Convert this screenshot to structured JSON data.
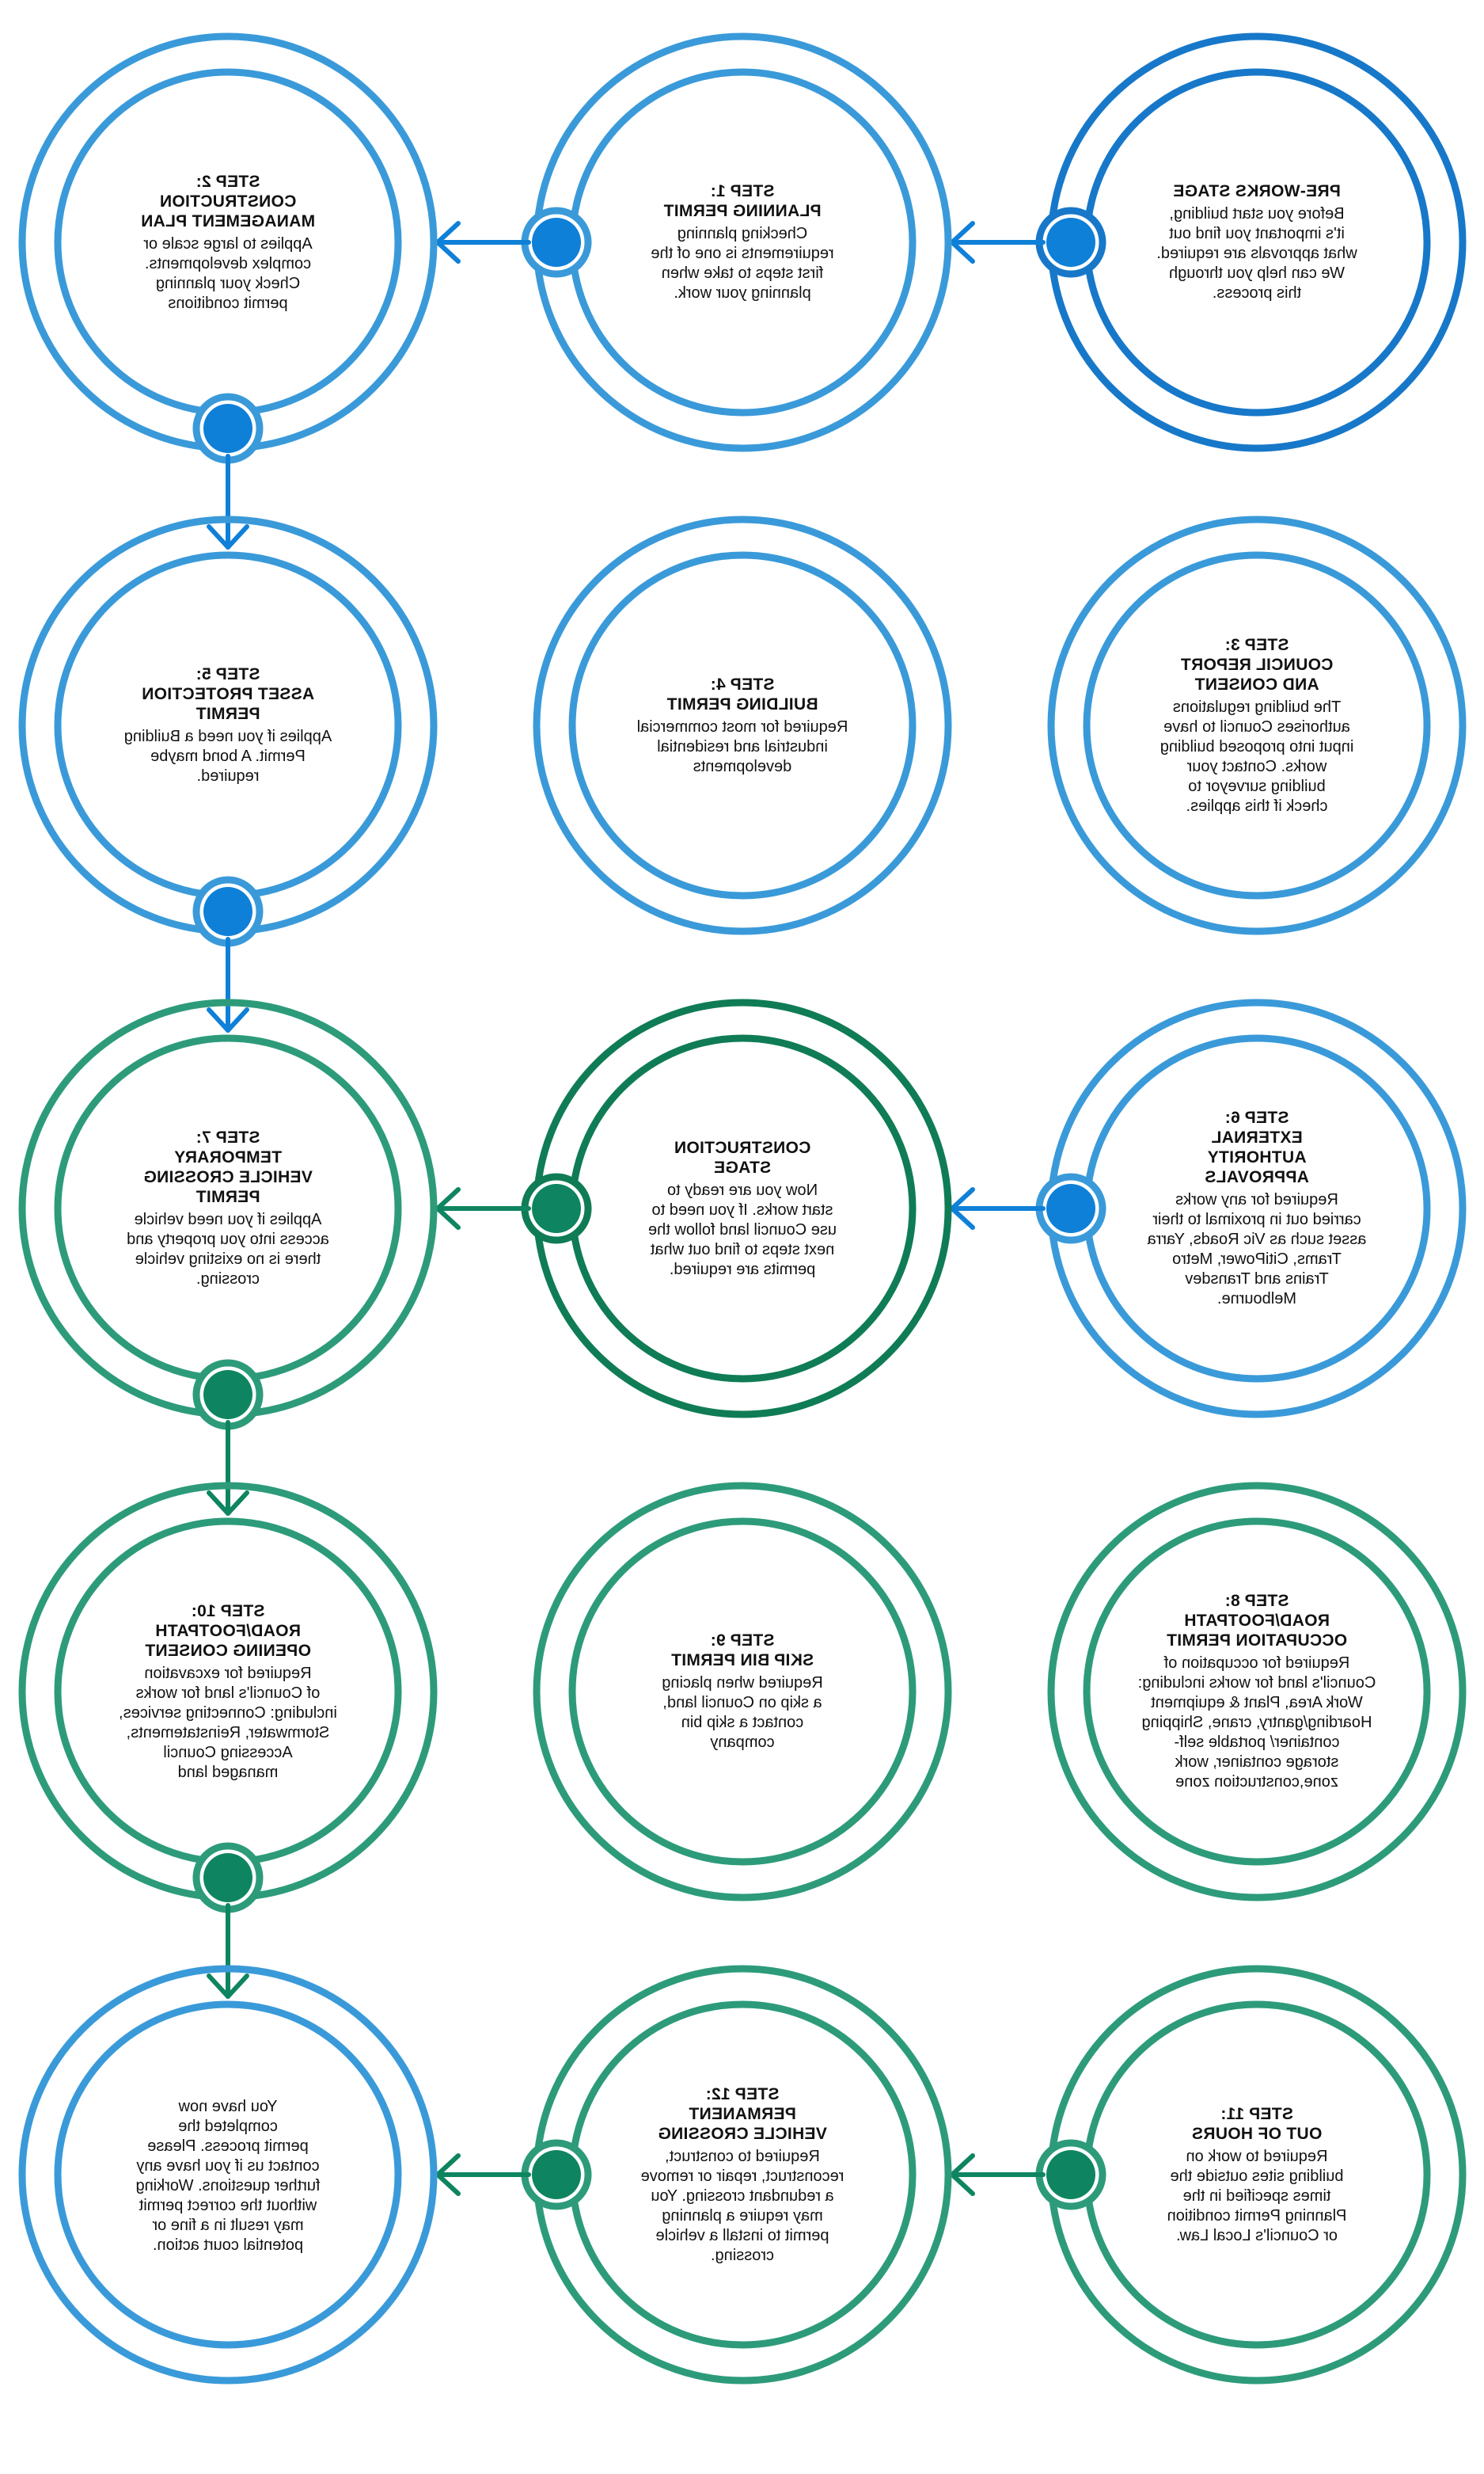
{
  "colors": {
    "ring_blue": "#3a9ad9",
    "ring_blue_dark": "#1778c9",
    "dot_blue": "#0f80d8",
    "ring_teal": "#2d9b7a",
    "ring_green_dark": "#0f7c55",
    "dot_green": "#0e8560"
  },
  "steps": [
    {
      "id": "pre-works",
      "title": [
        "PRE-WORKS STAGE"
      ],
      "description": "Before you start building,\nit's important you find out\nwhat approvals are required.\nWe can help you through\nthis process.",
      "color": "blue-dark",
      "connector": "right"
    },
    {
      "id": "step-1",
      "title": [
        "STEP 1:",
        "PLANNING PERMIT"
      ],
      "description": "Checking planning\nrequirements is one of the\nfirst steps to take when\nplanning your work.",
      "color": "blue",
      "connector": "right"
    },
    {
      "id": "step-2",
      "title": [
        "STEP 2:",
        "CONSTRUCTION",
        "MANAGEMENT PLAN"
      ],
      "description": "Applies to large scale or\ncomplex developments.\nCheck your planning\npermit conditions",
      "color": "blue",
      "connector": "down"
    },
    {
      "id": "step-3",
      "title": [
        "STEP 3:",
        "COUNCIL REPORT",
        "AND CONSENT"
      ],
      "description": "The building regulations\nauthorises Council to have\ninput into proposed building\nworks. Contact your\nbuilding surveyor to\ncheck if this applies.",
      "color": "blue",
      "connector": "left"
    },
    {
      "id": "step-4",
      "title": [
        "STEP 4:",
        "BUILDING PERMIT"
      ],
      "description": "Required for most commercial\nindustrial and residential\ndevelopments",
      "color": "blue",
      "connector": "left"
    },
    {
      "id": "step-5",
      "title": [
        "STEP 5:",
        "ASSET PROTECTION",
        "PERMIT"
      ],
      "description": "Applies if you need a Building\nPermit. A bond maybe\nrequired.",
      "color": "blue",
      "connector": "down"
    },
    {
      "id": "step-6",
      "title": [
        "STEP 6:",
        "EXTERNAL",
        "AUTHORITY",
        "APPROVALS"
      ],
      "description": "Required for any works\ncarried out in proximal to their\nasset such as Vic Roads, Yarra\nTrams, CitiPower, Metro\nTrains and Transdev\nMelbourne.",
      "color": "blue",
      "connector": "right"
    },
    {
      "id": "construction",
      "title": [
        "CONSTRUCTION",
        "STAGE"
      ],
      "description": "Now you are ready to\nstart works.  If you need to\nuse Council land follow the\nnext steps to find out what\npermits are required.",
      "color": "green-dark",
      "connector": "right"
    },
    {
      "id": "step-7",
      "title": [
        "STEP 7:",
        "TEMPORARY",
        "VEHICLE CROSSING",
        "PERMIT"
      ],
      "description": "Applies if you need vehicle\naccess into you property and\nthere is no existing vehicle\ncrossing.",
      "color": "teal",
      "connector": "down"
    },
    {
      "id": "step-8",
      "title": [
        "STEP 8:",
        "ROAD/FOOTPATH",
        "OCCUPATION PERMIT"
      ],
      "description": "Required for occupation of\nCouncil's land for works including:\nWork Area, Plant & equipment\nHoarding/gantry, crane, Shipping\ncontainer/ portable self-\nstorage container, work\nzone,construction zone",
      "color": "teal",
      "connector": "left"
    },
    {
      "id": "step-9",
      "title": [
        "STEP 9:",
        "SKIP BIN PERMIT"
      ],
      "description": "Required when placing\na skip on Council land,\ncontact a skip bin\ncompany",
      "color": "teal",
      "connector": "left"
    },
    {
      "id": "step-10",
      "title": [
        "STEP 10:",
        "ROAD/FOOTPATH",
        "OPENING CONSENT"
      ],
      "description": "Required for excavation\nof Council's land for works\nincluding: Connecting services,\nStormwater, Reinstatements,\nAccessing Council\nmanaged land",
      "color": "teal",
      "connector": "down"
    },
    {
      "id": "step-11",
      "title": [
        "STEP 11:",
        "OUT OF HOURS"
      ],
      "description": "Required to work on\nbuilding sites outside the\ntimes specified in the\nPlanning Permit condition\nor Council's Local Law.",
      "color": "teal",
      "connector": "right"
    },
    {
      "id": "step-12",
      "title": [
        "STEP 12:",
        "PERMANENT",
        "VEHICLE CROSSING"
      ],
      "description": "Required to construct,\nreconstruct, repair or remove\na redundant crossing. You\nmay require a planning\npermit to install a vehicle\ncrossing.",
      "color": "teal",
      "connector": "right"
    },
    {
      "id": "complete",
      "title": [],
      "description": "You have now\ncompleted the\npermit process. Please\ncontact us if you have any\nfurther questions. Working\nwithout the correct permit\nmay result in a fine or\npotential court action.",
      "color": "blue",
      "connector": "none"
    }
  ]
}
